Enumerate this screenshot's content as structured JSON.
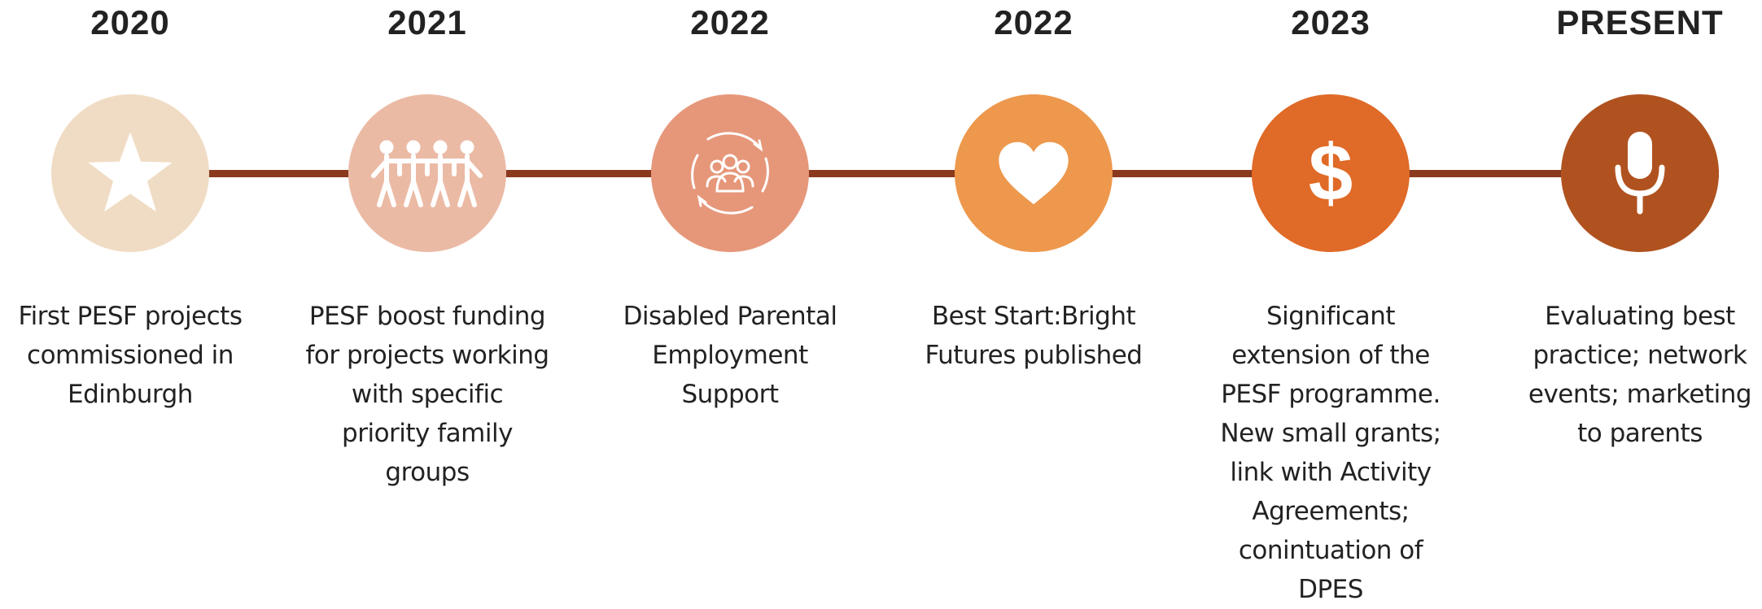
{
  "timeline": {
    "milestones": [
      {
        "year": "2020",
        "icon": "star-icon",
        "color": "#f0dcc4",
        "description": "First PESF projects commissioned in Edinburgh"
      },
      {
        "year": "2021",
        "icon": "people-chain-icon",
        "color": "#ebbaa5",
        "description": "PESF boost funding for projects working with specific priority family groups"
      },
      {
        "year": "2022",
        "icon": "group-cycle-icon",
        "color": "#e6977a",
        "description": "Disabled Parental Employment Support"
      },
      {
        "year": "2022",
        "icon": "heart-icon",
        "color": "#ed984d",
        "description": "Best Start:Bright Futures published"
      },
      {
        "year": "2023",
        "icon": "dollar-icon",
        "color": "#e06a27",
        "description": "Significant extension of the PESF programme. New small grants; link with Activity Agreements; conintuation of DPES"
      },
      {
        "year": "PRESENT",
        "icon": "microphone-icon",
        "color": "#b0521f",
        "description": "Evaluating best practice; network events; marketing to parents"
      }
    ],
    "connector_color": "#8b3a1e"
  }
}
